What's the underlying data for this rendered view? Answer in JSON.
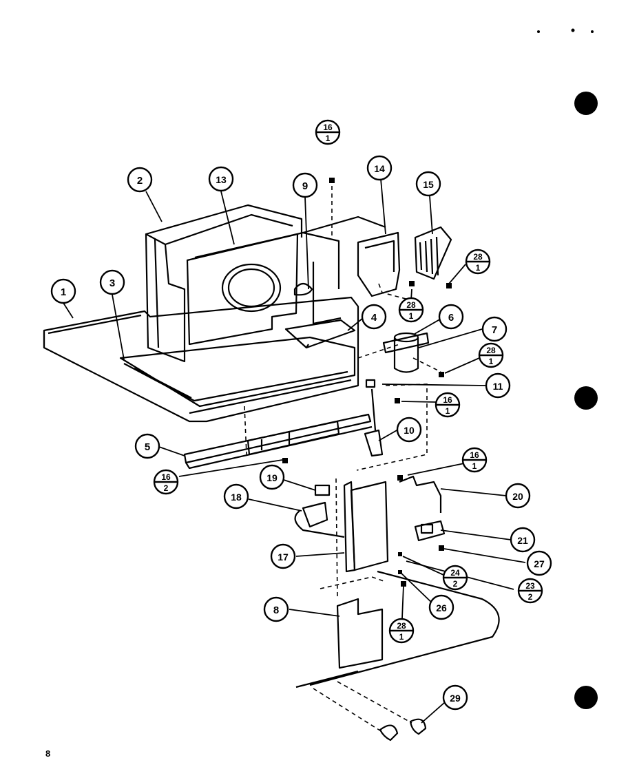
{
  "page_number": "8",
  "callouts": {
    "c1": "1",
    "c2": "2",
    "c3": "3",
    "c4": "4",
    "c5": "5",
    "c6": "6",
    "c7": "7",
    "c8": "8",
    "c9": "9",
    "c10": "10",
    "c11": "11",
    "c13": "13",
    "c14": "14",
    "c15": "15",
    "c17": "17",
    "c18": "18",
    "c19": "19",
    "c20": "20",
    "c21": "21",
    "c26": "26",
    "c27": "27",
    "c29": "29"
  },
  "fraction_callouts": {
    "f16_1_top": {
      "num": "16",
      "den": "1"
    },
    "f28_1_a": {
      "num": "28",
      "den": "1"
    },
    "f28_1_b": {
      "num": "28",
      "den": "1"
    },
    "f28_1_c": {
      "num": "28",
      "den": "1"
    },
    "f16_1_mid": {
      "num": "16",
      "den": "1"
    },
    "f16_1_right": {
      "num": "16",
      "den": "1"
    },
    "f16_2": {
      "num": "16",
      "den": "2"
    },
    "f24_2": {
      "num": "24",
      "den": "2"
    },
    "f23_2": {
      "num": "23",
      "den": "2"
    },
    "f28_1_bottom": {
      "num": "28",
      "den": "1"
    }
  }
}
